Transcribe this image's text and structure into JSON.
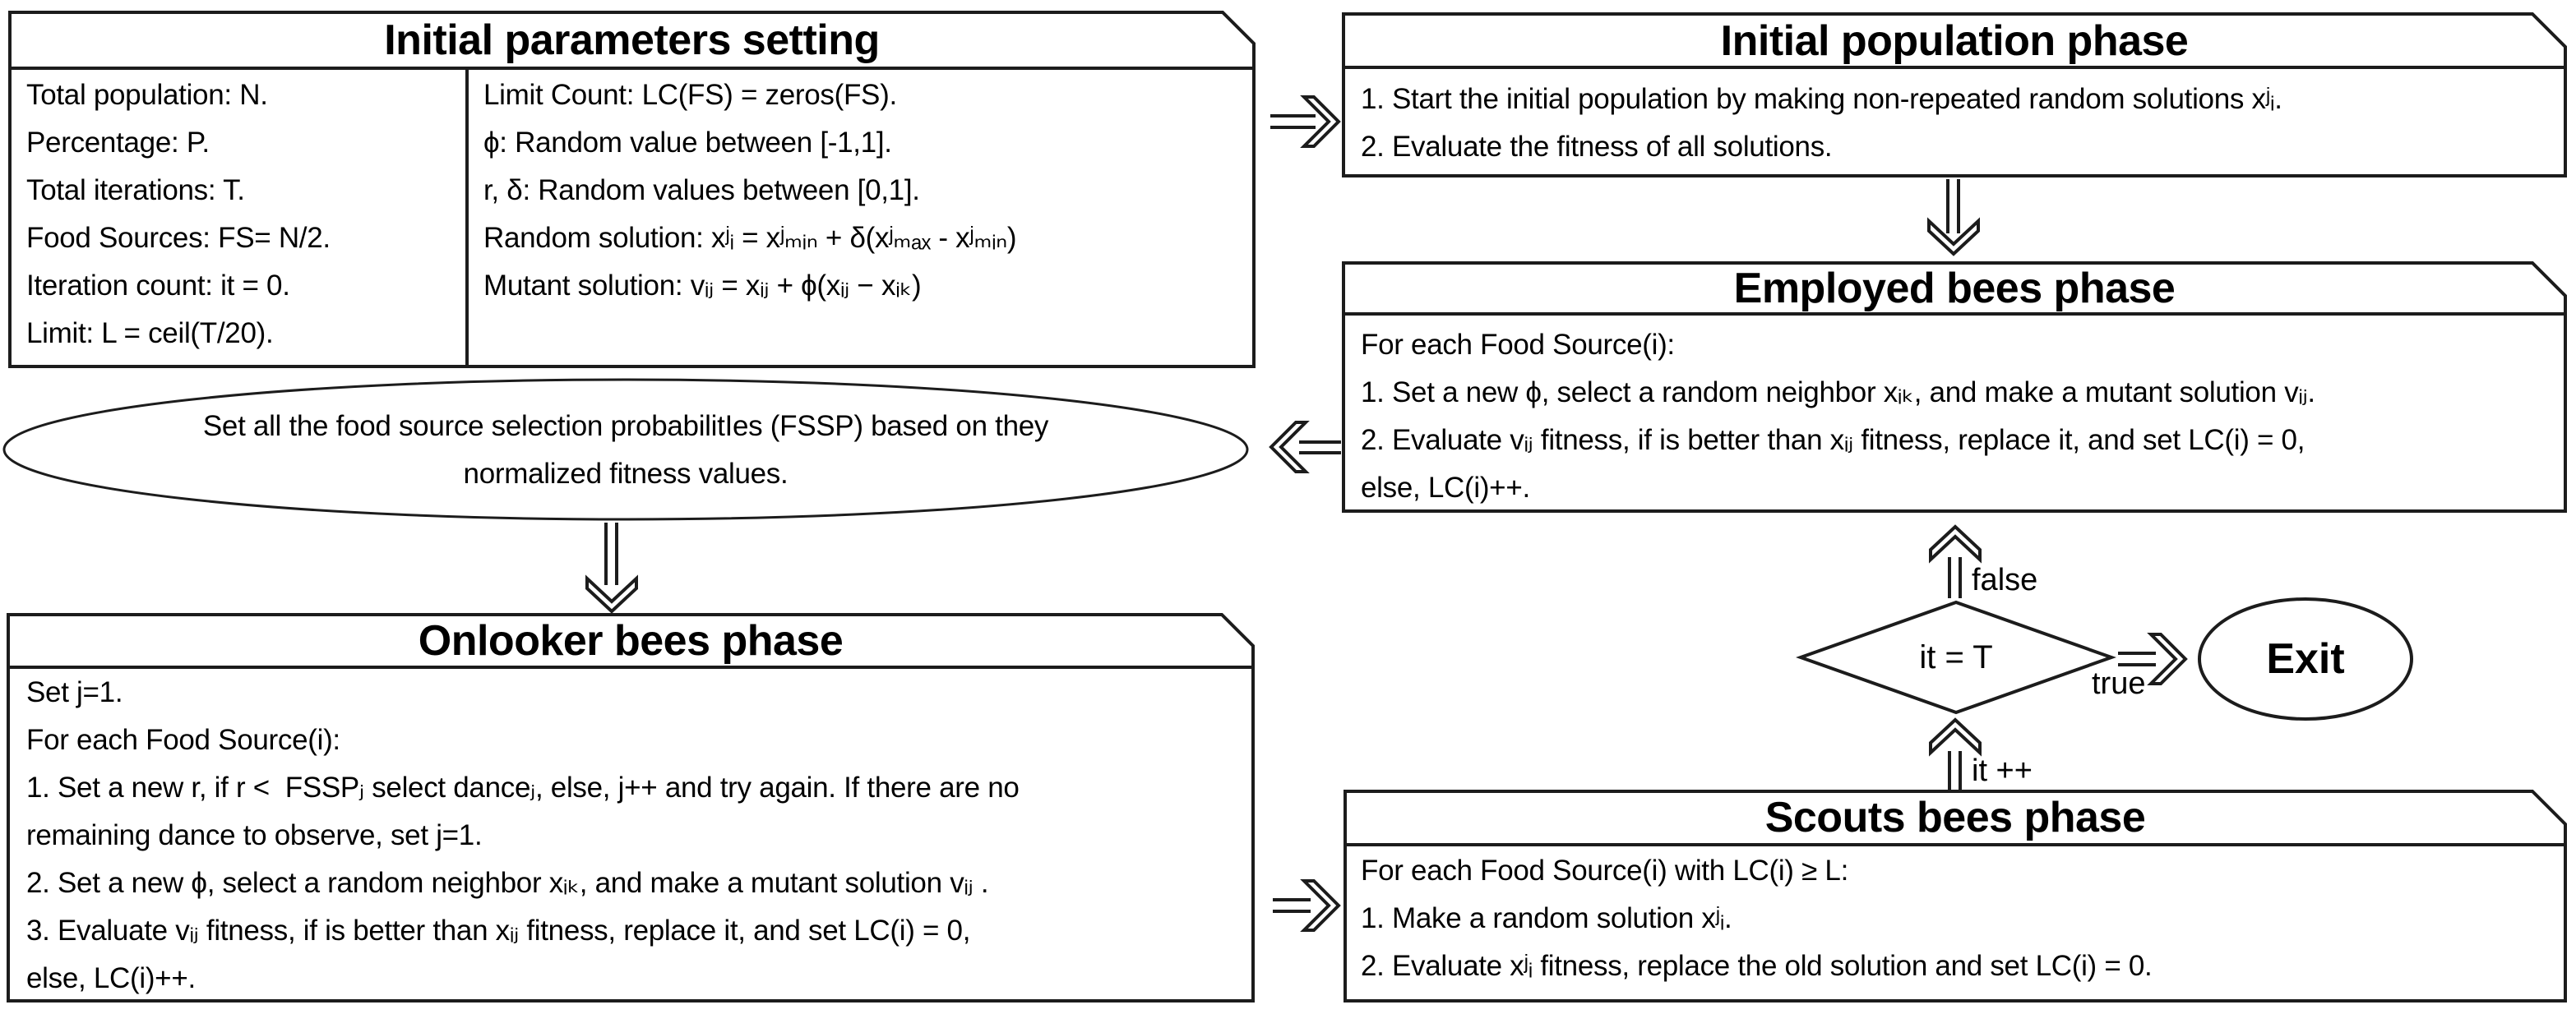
{
  "flowchart": {
    "colors": {
      "stroke": "#1c1c1c",
      "background": "#ffffff",
      "text": "#000000"
    },
    "boxes": {
      "initial_parameters": {
        "title": "Initial parameters setting",
        "left_lines": [
          "Total population: N.",
          "Percentage: P.",
          "Total iterations: T.",
          "Food Sources: FS= N/2.",
          "Iteration count: it = 0.",
          "Limit: L = ceil(T/20)."
        ],
        "right_lines": [
          "Limit Count: LC(FS) = zeros(FS).",
          "ϕ: Random value between [-1,1].",
          "r, δ: Random values between [0,1].",
          "Random solution: xʲᵢ = xʲₘᵢₙ + δ(xʲₘₐₓ - xʲₘᵢₙ)",
          "Mutant solution: vᵢⱼ = xᵢⱼ + ϕ(xᵢⱼ − xᵢₖ)"
        ]
      },
      "initial_population": {
        "title": "Initial population phase",
        "lines": [
          "1. Start the initial population by making non-repeated random solutions xʲᵢ.",
          "2. Evaluate the fitness of all solutions."
        ]
      },
      "employed_bees": {
        "title": "Employed bees phase",
        "lines": [
          "For each Food Source(i):",
          "1. Set a new ϕ, select a random neighbor xᵢₖ, and make a mutant solution vᵢⱼ.",
          "2. Evaluate vᵢⱼ fitness, if is better than xᵢⱼ fitness, replace it, and set LC(i) = 0,",
          "else, LC(i)++."
        ]
      },
      "onlooker_bees": {
        "title": "Onlooker bees phase",
        "lines": [
          "Set j=1.",
          "For each Food Source(i):",
          "1. Set a new r, if r <  FSSPⱼ select danceⱼ, else, j++ and try again. If there are no",
          "remaining dance to observe, set j=1.",
          "2. Set a new ϕ, select a random neighbor xᵢₖ, and make a mutant solution vᵢⱼ .",
          "3. Evaluate vᵢⱼ fitness, if is better than xᵢⱼ fitness, replace it, and set LC(i) = 0,",
          "else, LC(i)++."
        ]
      },
      "scouts_bees": {
        "title": "Scouts bees phase",
        "lines": [
          "For each Food Source(i) with LC(i) ≥ L:",
          "1. Make a random solution xʲᵢ.",
          "2. Evaluate xʲᵢ fitness, replace the old solution and set LC(i) = 0."
        ]
      }
    },
    "fssp_ellipse": {
      "lines": [
        "Set all the food source selection probabilitIes (FSSP) based on they",
        "normalized fitness values."
      ]
    },
    "decision": {
      "condition": "it = T",
      "false_label": "false",
      "true_label": "true",
      "increment_label": "it ++"
    },
    "exit": {
      "label": "Exit"
    }
  }
}
